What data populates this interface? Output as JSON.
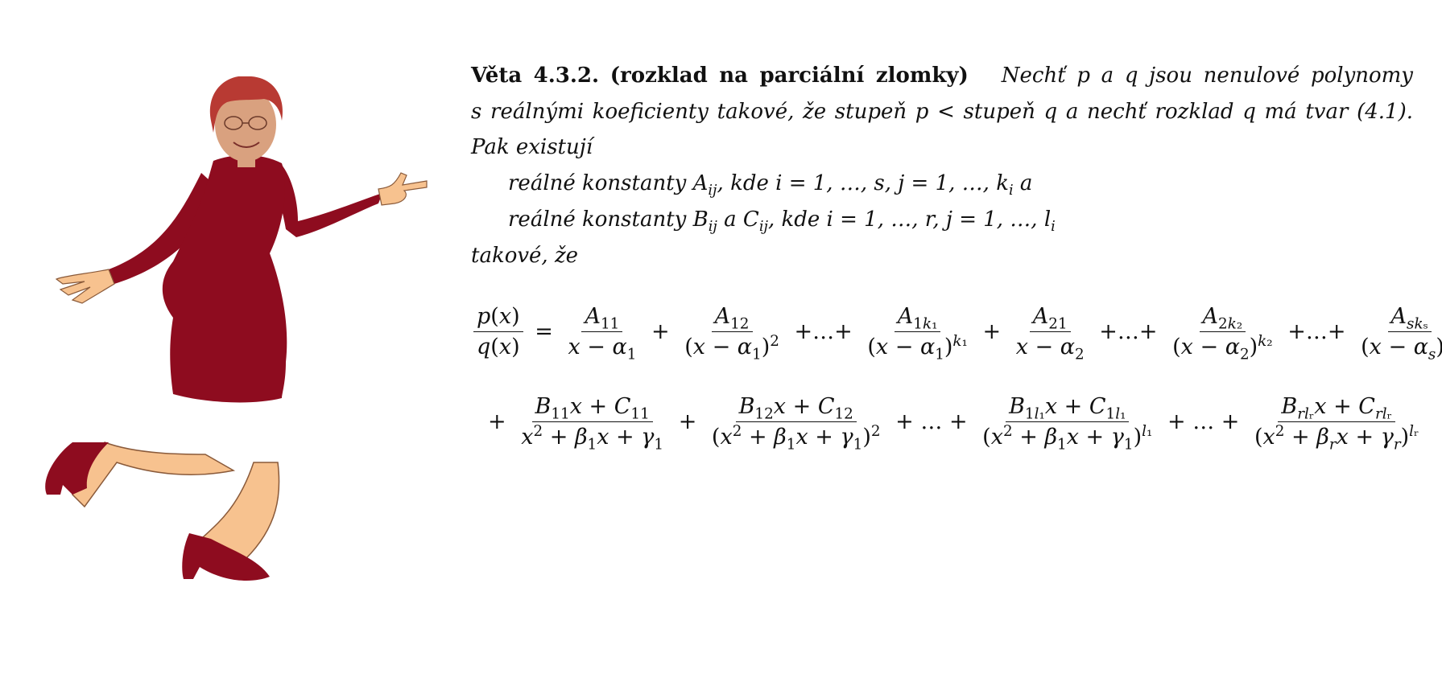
{
  "theorem": {
    "label": "Věta 4.3.2.",
    "name": "(rozklad na parciální zlomky)",
    "line1_text": "Nechť p a q jsou nenulové polynomy",
    "line2_text": "s reálnými koeficienty takové, že stupeň p < stupeň q a nechť rozklad q má tvar (4.1).",
    "line3_text": "Pak existují",
    "item1": "reálné konstanty A_ij, kde i = 1, …, s, j = 1, …, k_i a",
    "item2": "reálné konstanty B_ij a C_ij, kde i = 1, …, r, j = 1, …, l_i",
    "closing": "takové, že"
  },
  "formula": {
    "row1": "p(x)/q(x) = A11/(x − α1) + A12/(x − α1)^2 + … + A1k1/(x − α1)^k1 + A21/(x − α2) + … + A2k2/(x − α2)^k2 + … + Asks/(x − αs)^ks +",
    "row2": "+ (B11x + C11)/(x^2 + β1x + γ1) + (B12x + C12)/(x^2 + β1x + γ1)^2 + … + (B1l1x + C1l1)/(x^2 + β1x + γ1)^l1 + … + (Brlrx + Crlr)/(x^2 + βrx + γr)^lr"
  },
  "illustration": {
    "icon": "dancing-woman-illustration",
    "colors": {
      "dress": "#8e0c1f",
      "skin": "#f7c28f",
      "hair": "#b83a33",
      "face": "#d9a17f"
    }
  }
}
